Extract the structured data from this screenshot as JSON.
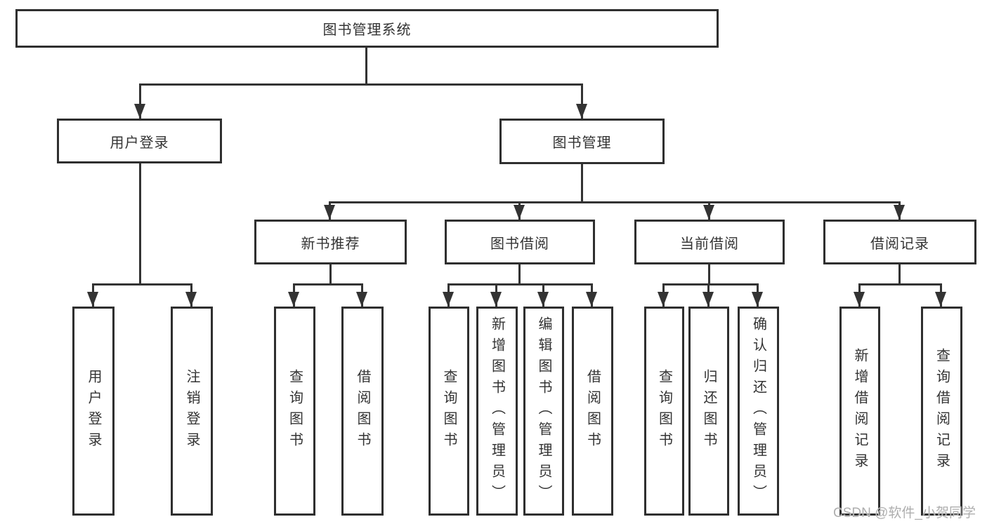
{
  "diagram": {
    "root": {
      "label": "图书管理系统"
    },
    "level2": [
      {
        "label": "用户登录"
      },
      {
        "label": "图书管理"
      }
    ],
    "level3": [
      {
        "label": "新书推荐"
      },
      {
        "label": "图书借阅"
      },
      {
        "label": "当前借阅"
      },
      {
        "label": "借阅记录"
      }
    ],
    "leaves": [
      {
        "label": "用户登录"
      },
      {
        "label": "注销登录"
      },
      {
        "label": "查询图书"
      },
      {
        "label": "借阅图书"
      },
      {
        "label": "查询图书"
      },
      {
        "label": "新增图书（管理员）"
      },
      {
        "label": "编辑图书（管理员）"
      },
      {
        "label": "借阅图书"
      },
      {
        "label": "查询图书"
      },
      {
        "label": "归还图书"
      },
      {
        "label": "确认归还（管理员）"
      },
      {
        "label": "新增借阅记录"
      },
      {
        "label": "查询借阅记录"
      }
    ],
    "watermark": "CSDN @软件_小贺同学",
    "colors": {
      "line": "#333333",
      "text": "#333333",
      "border": "#2f2f2f",
      "watermark": "#aeaeae",
      "background": "#ffffff"
    }
  }
}
